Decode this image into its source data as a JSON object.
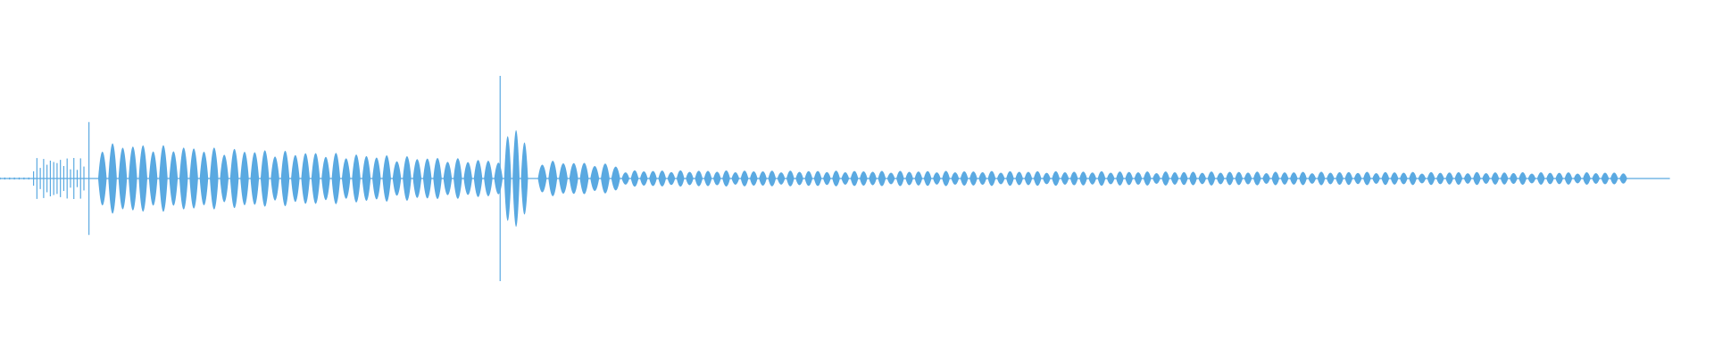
{
  "waveform": {
    "color": "#5aa9e1",
    "amplitude_peak": 1.0,
    "segments": [
      {
        "kind": "ticks",
        "t0": 0.0,
        "t1": 0.02,
        "amp": 0.01,
        "count": 8
      },
      {
        "kind": "spiky",
        "t0": 0.02,
        "t1": 0.05,
        "amp": 0.2,
        "count": 16
      },
      {
        "kind": "spike",
        "t": 0.053,
        "amp": 0.55
      },
      {
        "kind": "blobs",
        "t0": 0.058,
        "t1": 0.3,
        "amp_start": 0.35,
        "amp_end": 0.18,
        "count": 40
      },
      {
        "kind": "spike",
        "t": 0.298,
        "amp": 1.0
      },
      {
        "kind": "blobs",
        "t0": 0.3,
        "t1": 0.315,
        "amp_start": 0.55,
        "amp_end": 0.4,
        "count": 3
      },
      {
        "kind": "blobs",
        "t0": 0.32,
        "t1": 0.37,
        "amp_start": 0.18,
        "amp_end": 0.14,
        "count": 8
      },
      {
        "kind": "blobs",
        "t0": 0.37,
        "t1": 0.97,
        "amp_start": 0.08,
        "amp_end": 0.06,
        "count": 110
      }
    ]
  }
}
